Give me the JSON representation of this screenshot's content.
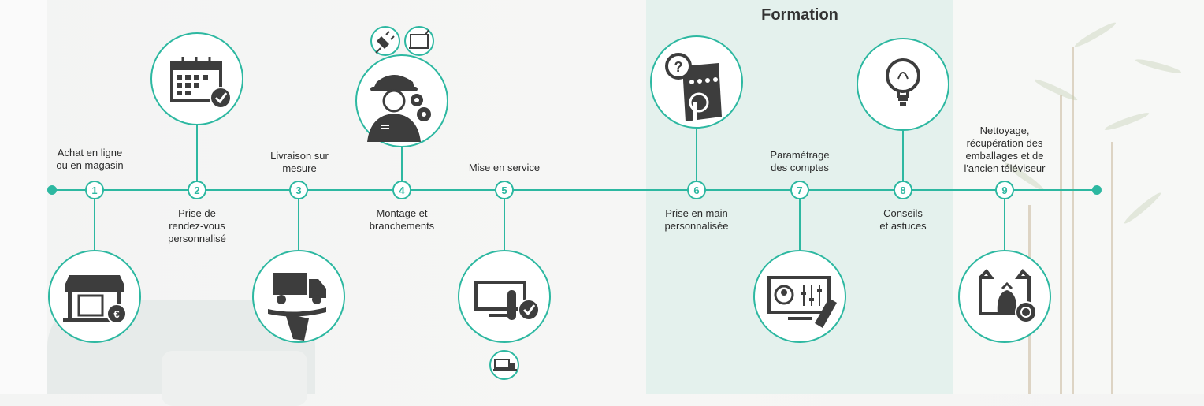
{
  "title": "Formation",
  "accent_color": "#2db8a1",
  "icon_color": "#3d3d3d",
  "steps": [
    {
      "number": "1",
      "label_line1": "Achat en ligne",
      "label_line2": "ou en magasin",
      "icon": "shop-icon"
    },
    {
      "number": "2",
      "label_line1": "Prise de",
      "label_line2": "rendez-vous",
      "label_line3": "personnalisé",
      "icon": "calendar-icon"
    },
    {
      "number": "3",
      "label_line1": "Livraison sur",
      "label_line2": "mesure",
      "icon": "delivery-truck-icon"
    },
    {
      "number": "4",
      "label_line1": "Montage et",
      "label_line2": "branchements",
      "icon": "technician-icon"
    },
    {
      "number": "5",
      "label_line1": "Mise en service",
      "icon": "tv-check-icon"
    },
    {
      "number": "6",
      "label_line1": "Prise en main",
      "label_line2": "personnalisée",
      "icon": "remote-help-icon"
    },
    {
      "number": "7",
      "label_line1": "Paramétrage",
      "label_line2": "des comptes",
      "icon": "tv-account-icon"
    },
    {
      "number": "8",
      "label_line1": "Conseils",
      "label_line2": "et astuces",
      "icon": "lightbulb-icon"
    },
    {
      "number": "9",
      "label_line1": "Nettoyage,",
      "label_line2": "récupération des",
      "label_line3": "emballages et de",
      "label_line4": "l'ancien téléviseur",
      "icon": "recycle-box-icon"
    }
  ],
  "extra_icons": [
    "plug-icon",
    "router-icon",
    "devices-icon"
  ]
}
